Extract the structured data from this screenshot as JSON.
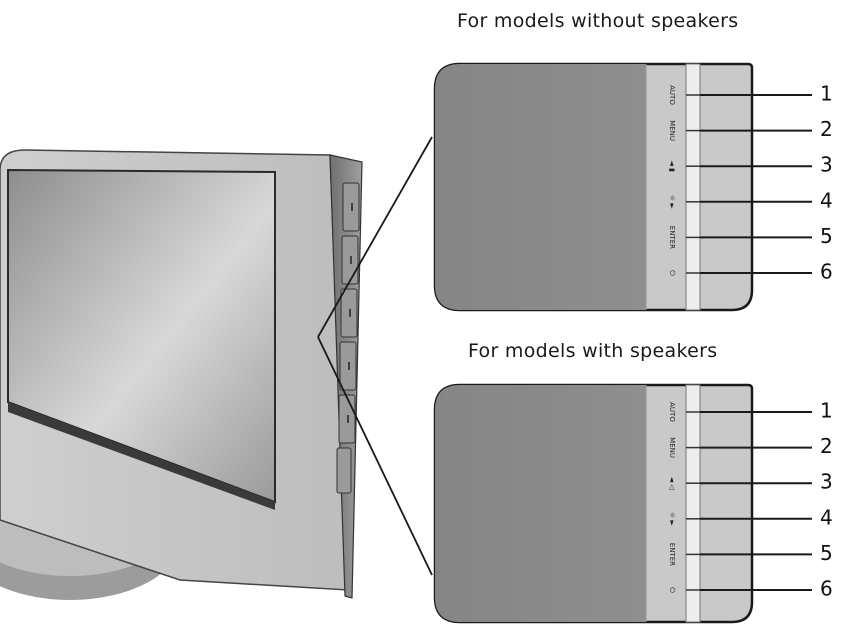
{
  "panels": [
    {
      "heading": "For models without speakers",
      "buttons": [
        {
          "label": "AUTO",
          "number": "1"
        },
        {
          "label": "MENU",
          "number": "2"
        },
        {
          "label": "◄ ▮",
          "number": "3"
        },
        {
          "label": "☼ ►",
          "number": "4"
        },
        {
          "label": "ENTER",
          "number": "5"
        },
        {
          "label": "⏻",
          "number": "6"
        }
      ]
    },
    {
      "heading": "For models with speakers",
      "buttons": [
        {
          "label": "AUTO",
          "number": "1"
        },
        {
          "label": "MENU",
          "number": "2"
        },
        {
          "label": "◄ ◁",
          "number": "3"
        },
        {
          "label": "☼ ►",
          "number": "4"
        },
        {
          "label": "ENTER",
          "number": "5"
        },
        {
          "label": "⏻",
          "number": "6"
        }
      ]
    }
  ],
  "colors": {
    "panel_dark": "#8a8a8a",
    "bezel_light": "#d4d4d4",
    "frame": "#1a1a1a"
  }
}
